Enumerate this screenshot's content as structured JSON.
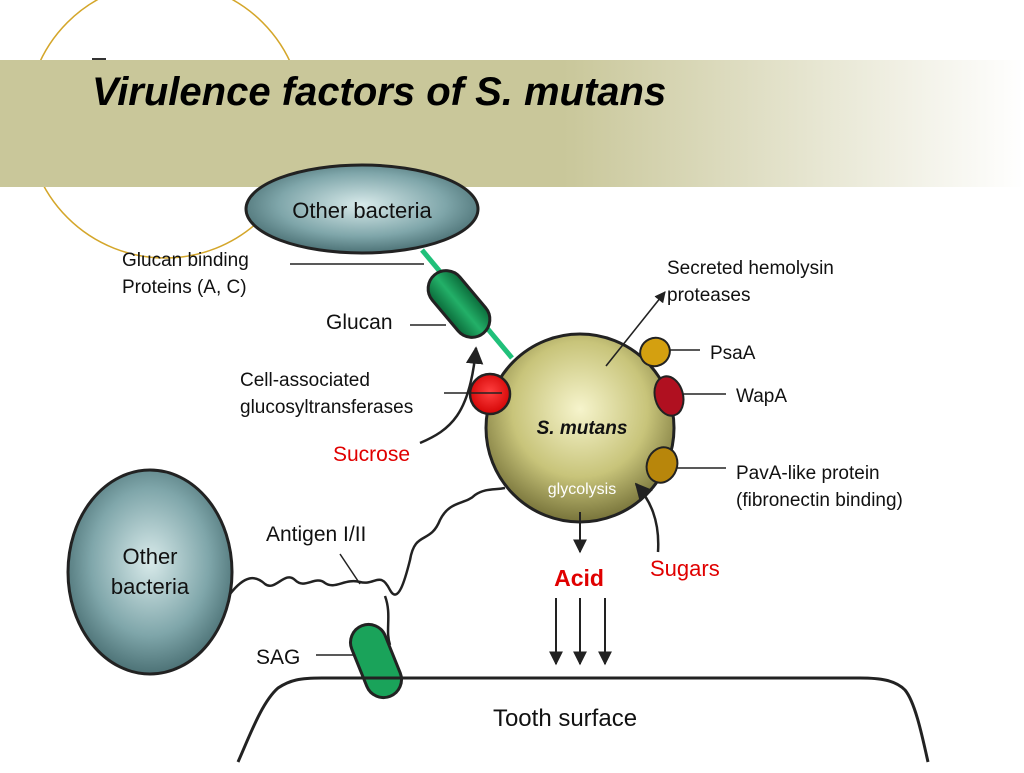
{
  "slide": {
    "title": "Virulence factors of S. mutans"
  },
  "labels": {
    "other_bacteria_top": "Other bacteria",
    "other_bacteria_left_line1": "Other",
    "other_bacteria_left_line2": "bacteria",
    "glucan_binding_line1": "Glucan binding",
    "glucan_binding_line2": "Proteins (A, C)",
    "glucan": "Glucan",
    "cell_assoc_line1": "Cell-associated",
    "cell_assoc_line2": "glucosyltransferases",
    "sucrose": "Sucrose",
    "secreted_line1": "Secreted hemolysin",
    "secreted_line2": "proteases",
    "psaa": "PsaA",
    "wapa": "WapA",
    "pava_line1": "PavA-like protein",
    "pava_line2": "(fibronectin binding)",
    "s_mutans": "S. mutans",
    "glycolysis": "glycolysis",
    "sugars": "Sugars",
    "acid": "Acid",
    "antigen": "Antigen I/II",
    "sag": "SAG",
    "tooth_surface": "Tooth surface"
  },
  "colors": {
    "banner": "#c9c79a",
    "accent_red": "#e00000",
    "protein_green": "#1aa35a",
    "glucan_line": "#20c07a",
    "psaa": "#d4a010",
    "wapa": "#b01020",
    "pava": "#b8860b"
  }
}
